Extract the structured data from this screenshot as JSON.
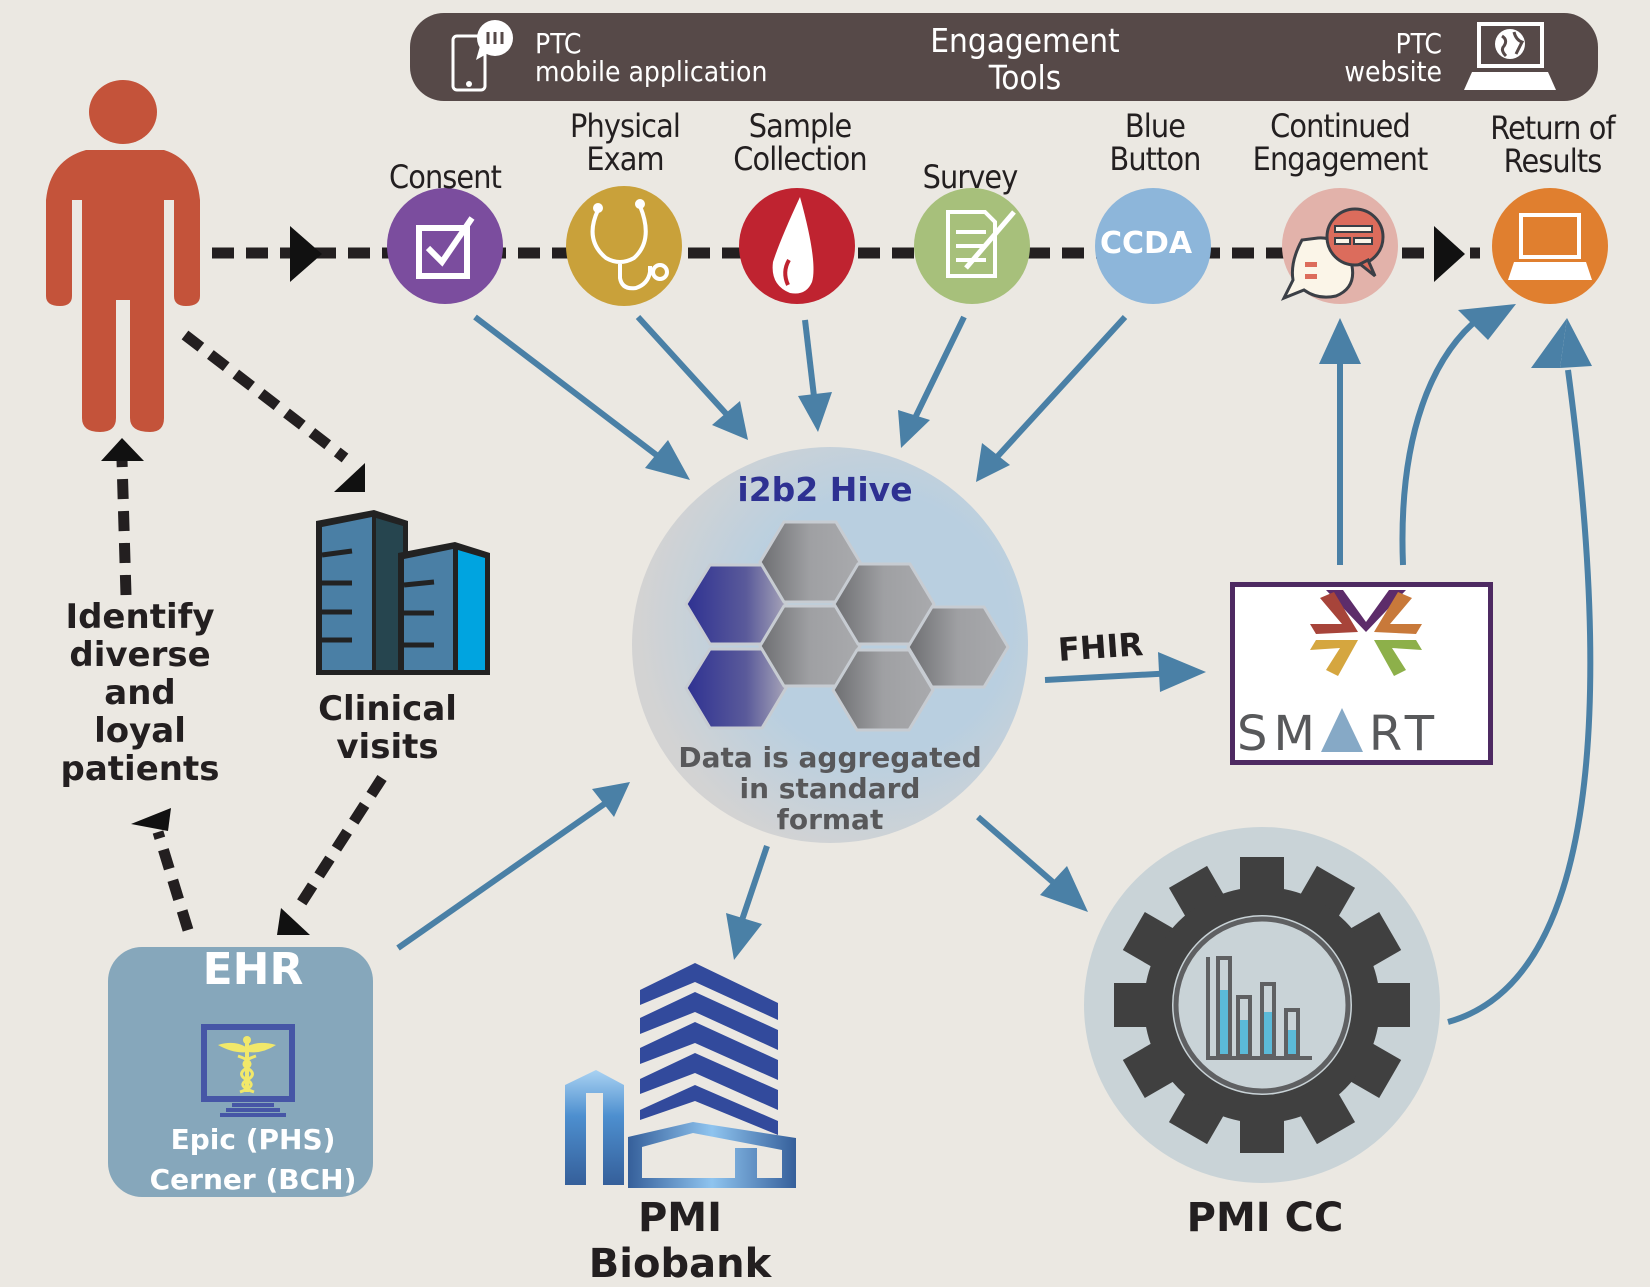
{
  "banner": {
    "title_line1": "Engagement",
    "title_line2": "Tools",
    "left_label_line1": "PTC",
    "left_label_line2": "mobile application",
    "left_icon": "mobile-phone-chat-icon",
    "right_label_line1": "PTC",
    "right_label_line2": "website",
    "right_icon": "laptop-globe-icon",
    "color": "#564948"
  },
  "steps": [
    {
      "label_line1": "",
      "label_line2": "Consent",
      "icon": "checkbox-icon",
      "color": "#7b4d9e"
    },
    {
      "label_line1": "Physical",
      "label_line2": "Exam",
      "icon": "stethoscope-icon",
      "color": "#c9a13a"
    },
    {
      "label_line1": "Sample",
      "label_line2": "Collection",
      "icon": "blood-drop-icon",
      "color": "#bf2330"
    },
    {
      "label_line1": "",
      "label_line2": "Survey",
      "icon": "document-pen-icon",
      "color": "#a7c07b"
    },
    {
      "label_line1": "Blue",
      "label_line2": "Button",
      "icon": "ccda-text-icon",
      "icon_text": "CCDA",
      "color": "#8db6da"
    },
    {
      "label_line1": "Continued",
      "label_line2": "Engagement",
      "icon": "chat-bubbles-icon",
      "color": "#e2b2aa"
    },
    {
      "label_line1": "Return of",
      "label_line2": "Results",
      "icon": "laptop-icon",
      "color": "#e07f2f"
    }
  ],
  "patient": {
    "icon": "person-icon",
    "color": "#c4533a",
    "caption_lines": [
      "Identify",
      "diverse",
      "and",
      "loyal",
      "patients"
    ]
  },
  "clinical": {
    "icon": "hospital-buildings-icon",
    "caption_lines": [
      "Clinical",
      "visits"
    ]
  },
  "hive": {
    "title": "i2b2 Hive",
    "caption_lines": [
      "Data is aggregated",
      "in standard",
      "format"
    ],
    "icon": "honeycomb-icon",
    "title_color": "#2e3192"
  },
  "fhir_label": "FHIR",
  "smart": {
    "text_before": "SM",
    "text_after": "RT",
    "icon": "smart-logo-icon",
    "border_color": "#4e2a62"
  },
  "ehr": {
    "title": "EHR",
    "icon": "monitor-caduceus-icon",
    "systems": [
      "Epic (PHS)",
      "Cerner (BCH)"
    ],
    "color": "#86a7bb"
  },
  "biobank": {
    "label": "PMI Biobank",
    "icon": "biobank-building-icon"
  },
  "pmicc": {
    "label": "PMI CC",
    "icon": "gear-chart-icon"
  },
  "colors": {
    "background": "#ebe8e2",
    "arrow_blue": "#4a80a6",
    "dash_black": "#231f20"
  }
}
